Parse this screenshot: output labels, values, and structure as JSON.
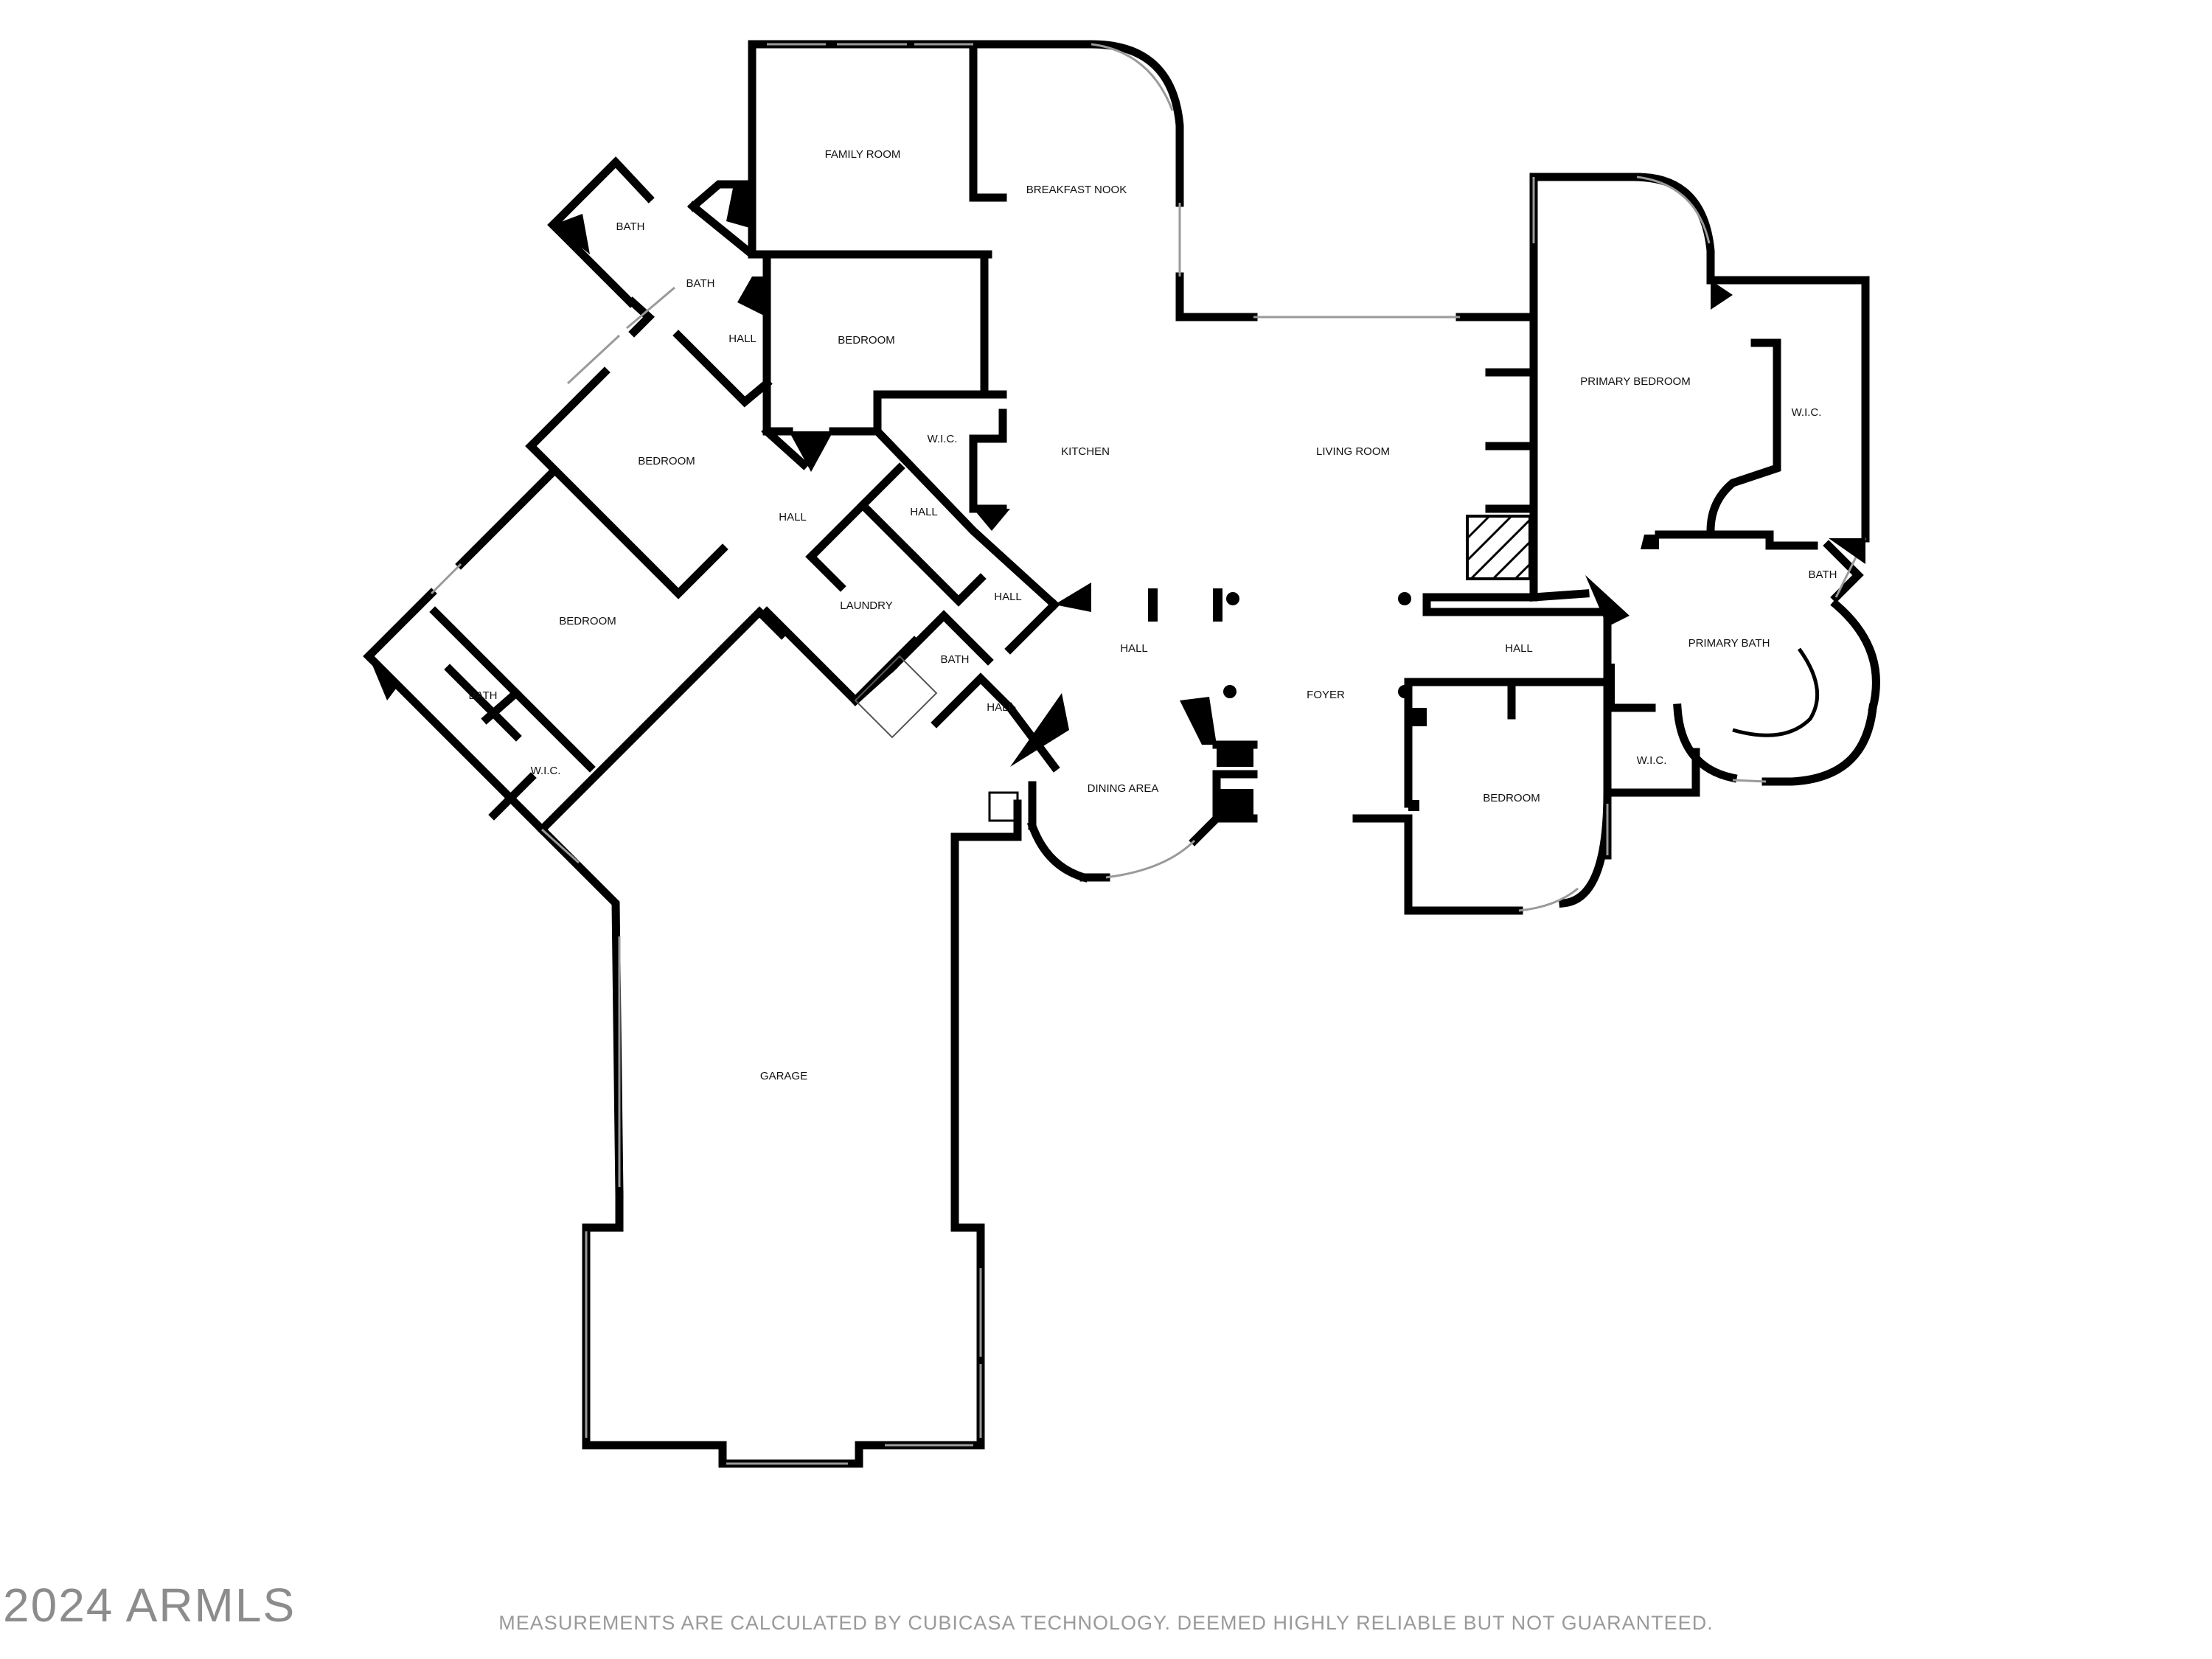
{
  "rooms": {
    "family_room": "FAMILY ROOM",
    "breakfast_nook": "BREAKFAST NOOK",
    "bath_upper": "BATH",
    "bath_upper_2": "BATH",
    "hall_upper": "HALL",
    "bedroom_upper": "BEDROOM",
    "wic_upper": "W.I.C.",
    "kitchen": "KITCHEN",
    "living_room": "LIVING ROOM",
    "primary_bedroom": "PRIMARY BEDROOM",
    "wic_primary": "W.I.C.",
    "bedroom_mid": "BEDROOM",
    "hall_mid": "HALL",
    "hall_mid_2": "HALL",
    "bedroom_left": "BEDROOM",
    "laundry": "LAUNDRY",
    "hall_center": "HALL",
    "bath_center": "BATH",
    "hall_lower": "HALL",
    "hall_main": "HALL",
    "bath_left": "BATH",
    "wic_left": "W.I.C.",
    "dining_area": "DINING AREA",
    "foyer": "FOYER",
    "hall_right": "HALL",
    "bath_primary_small": "BATH",
    "primary_bath": "PRIMARY BATH",
    "bedroom_right": "BEDROOM",
    "wic_right": "W.I.C.",
    "garage": "GARAGE"
  },
  "footer": {
    "watermark": "2024 ARMLS",
    "disclaimer": "MEASUREMENTS ARE CALCULATED BY CUBICASA TECHNOLOGY. DEEMED HIGHLY RELIABLE BUT NOT GUARANTEED."
  }
}
